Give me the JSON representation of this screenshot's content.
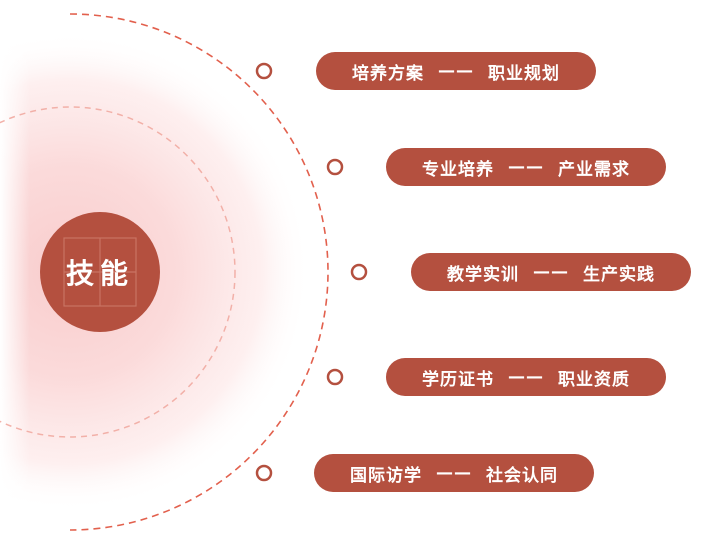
{
  "center": {
    "label": "技能"
  },
  "items": [
    {
      "left": "培养方案",
      "right": "职业规划"
    },
    {
      "left": "专业培养",
      "right": "产业需求"
    },
    {
      "left": "教学实训",
      "right": "生产实践"
    },
    {
      "left": "学历证书",
      "right": "职业资质"
    },
    {
      "left": "国际访学",
      "right": "社会认同"
    }
  ],
  "separator": "——",
  "colors": {
    "accent": "#b4503f",
    "arc_dash": "#e2604d",
    "glow_pink": "#f8cccc",
    "inner_dash": "#f2b0a8"
  }
}
